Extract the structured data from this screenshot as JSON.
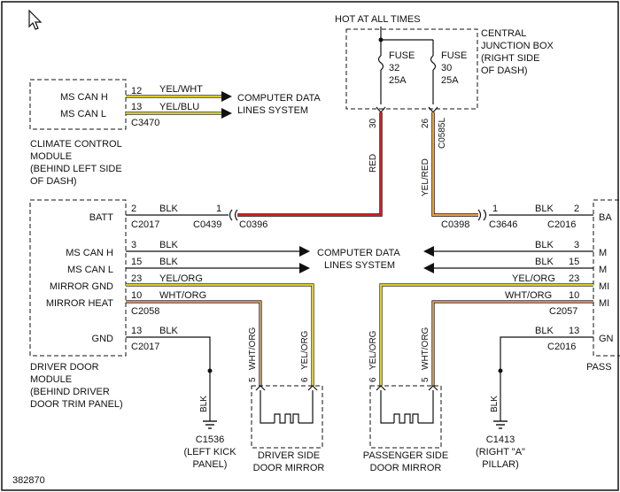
{
  "diagram_id": "382870",
  "colors": {
    "red": "#e0191b",
    "yellow": "#f4e52a",
    "tan": "#d9a36a",
    "orange": "#e8a03a",
    "black": "#111111"
  },
  "icons": {
    "cursor": "mouse-pointer-icon",
    "ground": "ground-symbol-icon",
    "heater": "heater-element-icon"
  },
  "hot_at_all_times": "HOT AT ALL TIMES",
  "cjb": {
    "label": [
      "CENTRAL",
      "JUNCTION BOX",
      "(RIGHT SIDE",
      "OF DASH)"
    ],
    "fuse32": {
      "name": "FUSE",
      "num": "32",
      "amp": "25A"
    },
    "fuse30": {
      "name": "FUSE",
      "num": "30",
      "amp": "25A"
    },
    "pin30": "30",
    "pin26": "26",
    "conn": "C0585L",
    "wire_red": "RED",
    "wire_yelred": "YEL/RED"
  },
  "climate": {
    "label": [
      "CLIMATE CONTROL",
      "MODULE",
      "(BEHIND LEFT SIDE",
      "OF DASH)"
    ],
    "ms_can_h": "MS CAN H",
    "ms_can_l": "MS CAN L",
    "pin12": "12",
    "pin13": "13",
    "wire_yelwht": "YEL/WHT",
    "wire_yelblu": "YEL/BLU",
    "conn": "C3470",
    "cdl": [
      "COMPUTER DATA",
      "LINES SYSTEM"
    ]
  },
  "driver": {
    "label": [
      "DRIVER DOOR",
      "MODULE",
      "(BEHIND DRIVER",
      "DOOR TRIM PANEL)"
    ],
    "batt": "BATT",
    "ms_can_h": "MS CAN H",
    "ms_can_l": "MS CAN L",
    "mirror_gnd": "MIRROR GND",
    "mirror_heat": "MIRROR HEAT",
    "gnd": "GND",
    "pin2": "2",
    "pin3": "3",
    "pin15": "15",
    "pin23": "23",
    "pin10": "10",
    "pin13": "13",
    "pin1": "1",
    "blk": "BLK",
    "yelorg": "YEL/ORG",
    "whtorg": "WHT/ORG",
    "c2017a": "C2017",
    "c0439": "C0439",
    "c0396": "C0396",
    "c2058": "C2058",
    "c2017b": "C2017"
  },
  "center_cdl": [
    "COMPUTER DATA",
    "LINES SYSTEM"
  ],
  "passenger": {
    "label": "PASS",
    "batt": "BA",
    "ms_can_h": "M",
    "ms_can_l": "M",
    "mirror_gnd": "MI",
    "mirror_heat": "MI",
    "gnd": "GN",
    "pin2": "2",
    "pin3": "3",
    "pin15": "15",
    "pin23": "23",
    "pin10": "10",
    "pin13": "13",
    "pin1": "1",
    "blk": "BLK",
    "yelorg": "YEL/ORG",
    "whtorg": "WHT/ORG",
    "c0398": "C0398",
    "c3646": "C3646",
    "c2016a": "C2016",
    "c2057": "C2057",
    "c2016b": "C2016"
  },
  "ground_left": {
    "wire": "BLK",
    "conn": "C1536",
    "loc": [
      "(LEFT KICK",
      "PANEL)"
    ]
  },
  "ground_right": {
    "wire": "BLK",
    "conn": "C1413",
    "loc": [
      "(RIGHT \"A\"",
      "PILLAR)"
    ]
  },
  "driver_mirror": {
    "label": [
      "DRIVER SIDE",
      "DOOR MIRROR"
    ],
    "pin5": "5",
    "pin6": "6",
    "wire5": "WHT/ORG",
    "wire6": "YEL/ORG"
  },
  "pass_mirror": {
    "label": [
      "PASSENGER SIDE",
      "DOOR MIRROR"
    ],
    "pin6": "6",
    "pin5": "5",
    "wire6": "YEL/ORG",
    "wire5": "WHT/ORG"
  }
}
